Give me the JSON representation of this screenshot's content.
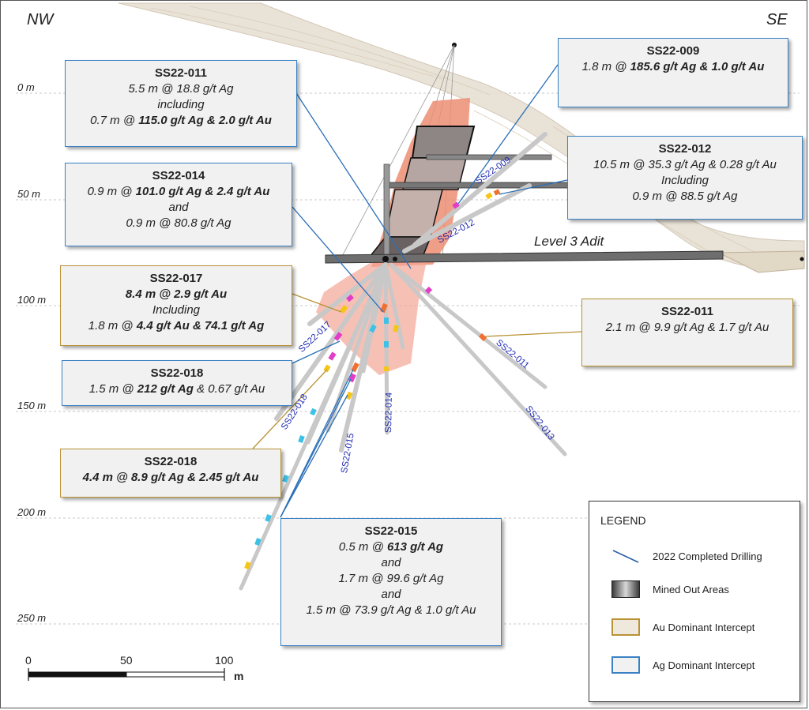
{
  "directions": {
    "left": "NW",
    "right": "SE"
  },
  "elevations": [
    "0 m",
    "50 m",
    "100 m",
    "150 m",
    "200 m",
    "250 m"
  ],
  "callouts": [
    {
      "id": "c011a",
      "title": "SS22-011",
      "kind": "ag",
      "lines": [
        [
          {
            "t": "5.5 m @ 18.8 g/t Ag",
            "b": false
          }
        ],
        [
          {
            "t": "including",
            "b": false
          }
        ],
        [
          {
            "t": "0.7 m @ ",
            "b": false
          },
          {
            "t": "115.0 g/t Ag & 2.0 g/t Au",
            "b": true
          }
        ]
      ]
    },
    {
      "id": "c014",
      "title": "SS22-014",
      "kind": "ag",
      "lines": [
        [
          {
            "t": "0.9 m @ ",
            "b": false
          },
          {
            "t": "101.0 g/t Ag & 2.4 g/t Au",
            "b": true
          }
        ],
        [
          {
            "t": "and",
            "b": false
          }
        ],
        [
          {
            "t": "0.9 m @ 80.8 g/t Ag",
            "b": false
          }
        ]
      ]
    },
    {
      "id": "c017",
      "title": "SS22-017",
      "kind": "au",
      "lines": [
        [
          {
            "t": "8.4 m @ 2.9 g/t Au",
            "b": true
          }
        ],
        [
          {
            "t": "Including",
            "b": false
          }
        ],
        [
          {
            "t": "1.8 m @ ",
            "b": false
          },
          {
            "t": "4.4 g/t Au & 74.1 g/t Ag",
            "b": true
          }
        ]
      ]
    },
    {
      "id": "c018a",
      "title": "SS22-018",
      "kind": "ag",
      "lines": [
        [
          {
            "t": "1.5 m @ ",
            "b": false
          },
          {
            "t": "212 g/t Ag",
            "b": true
          },
          {
            "t": " & 0.67 g/t Au",
            "b": false
          }
        ]
      ]
    },
    {
      "id": "c018b",
      "title": "SS22-018",
      "kind": "au",
      "lines": [
        [
          {
            "t": "4.4 m @ 8.9 g/t Ag & 2.45 g/t Au",
            "b": true
          }
        ]
      ]
    },
    {
      "id": "c009",
      "title": "SS22-009",
      "kind": "ag",
      "lines": [
        [
          {
            "t": "1.8 m @ ",
            "b": false
          },
          {
            "t": "185.6 g/t Ag & 1.0 g/t Au",
            "b": true
          }
        ]
      ]
    },
    {
      "id": "c012",
      "title": "SS22-012",
      "kind": "ag",
      "lines": [
        [
          {
            "t": "10.5 m @ 35.3 g/t Ag & 0.28 g/t Au",
            "b": false
          }
        ],
        [
          {
            "t": "Including",
            "b": false
          }
        ],
        [
          {
            "t": "0.9 m @ 88.5 g/t Ag",
            "b": false
          }
        ]
      ]
    },
    {
      "id": "c011b",
      "title": "SS22-011",
      "kind": "au",
      "lines": [
        [
          {
            "t": "2.1 m @ 9.9 g/t Ag & 1.7 g/t Au",
            "b": false
          }
        ]
      ]
    },
    {
      "id": "c015",
      "title": "SS22-015",
      "kind": "ag",
      "lines": [
        [
          {
            "t": "0.5 m @ ",
            "b": false
          },
          {
            "t": "613 g/t Ag",
            "b": true
          }
        ],
        [
          {
            "t": "and",
            "b": false
          }
        ],
        [
          {
            "t": "1.7 m @ 99.6 g/t Ag",
            "b": false
          }
        ],
        [
          {
            "t": "and",
            "b": false
          }
        ],
        [
          {
            "t": "1.5 m @ 73.9 g/t Ag & 1.0 g/t Au",
            "b": false
          }
        ]
      ]
    }
  ],
  "hole_labels": {
    "h009": "SS22-009",
    "h012": "SS22-012",
    "h011": "SS22-011",
    "h013": "SS22-013",
    "h014": "SS22-014",
    "h015": "SS22-015",
    "h017": "SS22-017",
    "h018": "SS22-018"
  },
  "adit_label": "Level 3 Adit",
  "legend": {
    "title": "LEGEND",
    "items": [
      {
        "label": "2022 Completed Drilling",
        "icon": "drill-line-icon"
      },
      {
        "label": "Mined Out Areas",
        "icon": "mined-out-swatch"
      },
      {
        "label": "Au Dominant Intercept",
        "icon": "au-swatch"
      },
      {
        "label": "Ag Dominant Intercept",
        "icon": "ag-swatch"
      }
    ]
  },
  "scale_bar": {
    "ticks": [
      "0",
      "50",
      "100"
    ],
    "unit": "m"
  },
  "colors": {
    "ag_border": "#3a82c4",
    "au_border": "#b89234",
    "drill_line": "#2a5fa8",
    "hole_label": "#1f2bb0",
    "vein": "#e88a70",
    "terrain": "#e7dfd2"
  }
}
